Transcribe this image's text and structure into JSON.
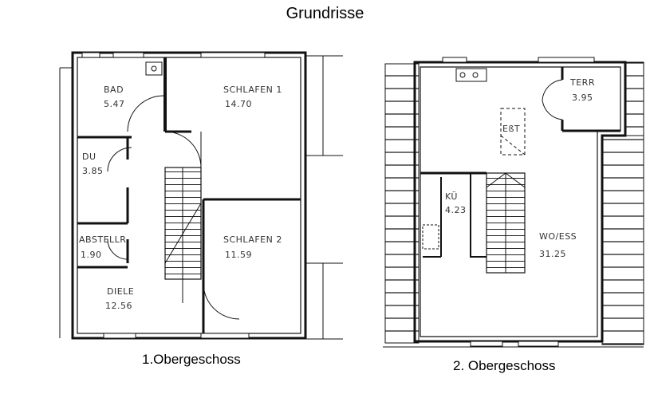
{
  "title": "Grundrisse",
  "floors": [
    {
      "caption": "1.Obergeschoss",
      "rooms": [
        {
          "name": "BAD",
          "area": "5.47"
        },
        {
          "name": "SCHLAFEN 1",
          "area": "14.70"
        },
        {
          "name": "DU",
          "area": "3.85"
        },
        {
          "name": "ABSTELLR",
          "area": "1.90"
        },
        {
          "name": "SCHLAFEN 2",
          "area": "11.59"
        },
        {
          "name": "DIELE",
          "area": "12.56"
        }
      ]
    },
    {
      "caption": "2. Obergeschoss",
      "rooms": [
        {
          "name": "TERR",
          "area": "3.95"
        },
        {
          "name": "EßT",
          "area": ""
        },
        {
          "name": "KÜ",
          "area": "4.23"
        },
        {
          "name": "WO/ESS",
          "area": "31.25"
        }
      ]
    }
  ]
}
